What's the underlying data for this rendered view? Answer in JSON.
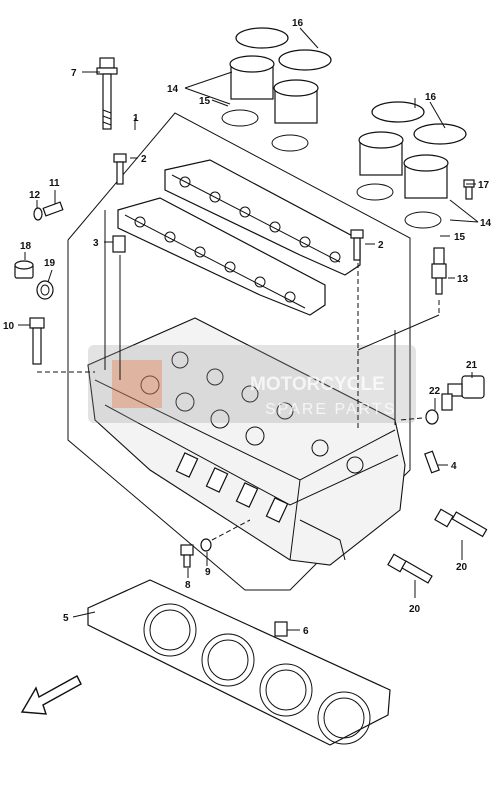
{
  "callouts": {
    "c1": "1",
    "c2a": "2",
    "c2b": "2",
    "c3": "3",
    "c4": "4",
    "c5": "5",
    "c6": "6",
    "c7": "7",
    "c8": "8",
    "c9": "9",
    "c10": "10",
    "c11": "11",
    "c12": "12",
    "c13": "13",
    "c14a": "14",
    "c14b": "14",
    "c15a": "15",
    "c15b": "15",
    "c16a": "16",
    "c16b": "16",
    "c17": "17",
    "c18": "18",
    "c19": "19",
    "c20a": "20",
    "c20b": "20",
    "c21": "21",
    "c22": "22"
  },
  "watermark": {
    "text": "MOTORCYCLE",
    "subtext": "SPARE PARTS"
  },
  "colors": {
    "line": "#111111",
    "watermark": "#9a9a9a",
    "watermark_accent": "#e8703a"
  },
  "icons": {
    "front_arrow": "arrow-down-left-icon"
  }
}
